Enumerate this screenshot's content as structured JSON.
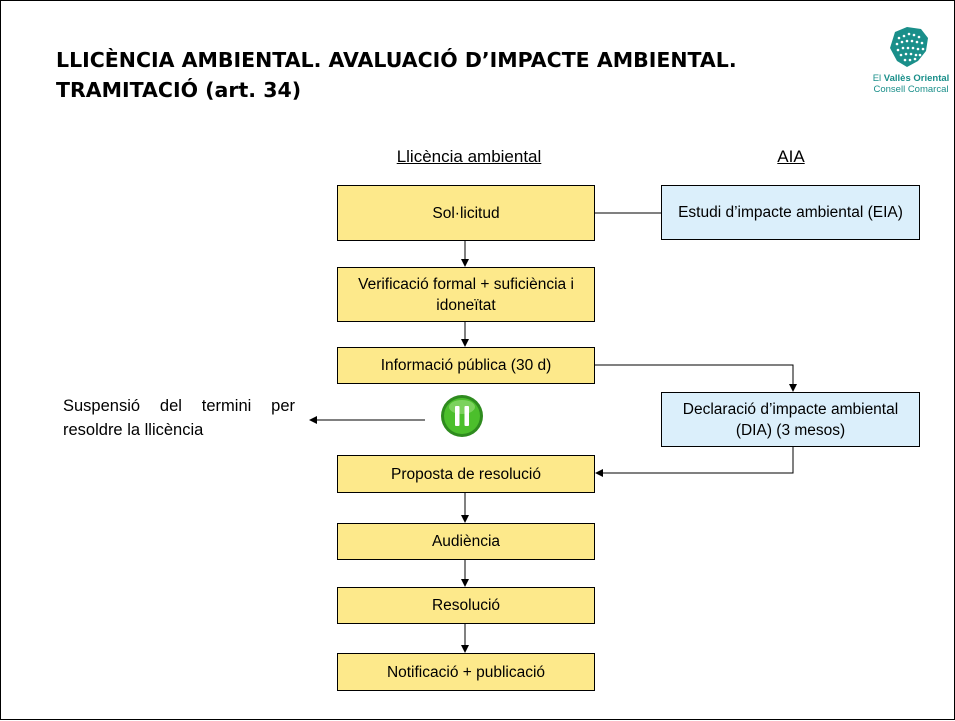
{
  "slide": {
    "title_line1": "LLICÈNCIA AMBIENTAL. AVALUACIÓ D’IMPACTE AMBIENTAL.",
    "title_line2": "TRAMITACIÓ (art. 34)"
  },
  "logo": {
    "prefix": "El ",
    "name": "Vallès Oriental",
    "subtitle": "Consell Comarcal",
    "color": "#1a8f8a"
  },
  "columns": {
    "left_header": "Llicència ambiental",
    "right_header": "AIA"
  },
  "steps": [
    "Sol·licitud",
    "Verificació formal + suficiència i idoneïtat",
    "Informació pública (30 d)",
    "Proposta de resolució",
    "Audiència",
    "Resolució",
    "Notificació + publicació"
  ],
  "aia_boxes": [
    "Estudi d’impacte ambiental (EIA)",
    "Declaració d’impacte ambiental (DIA) (3 mesos)"
  ],
  "side_note": "Suspensió del termini per resoldre la llicència",
  "pause_icon": "pause-icon",
  "colors": {
    "step_fill": "#fde98b",
    "aia_fill": "#dbeffb",
    "pause_green": "#3fae2a"
  }
}
